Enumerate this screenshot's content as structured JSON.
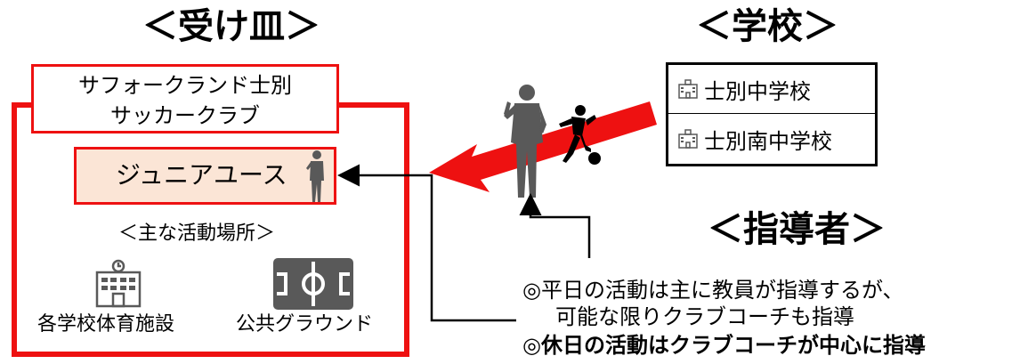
{
  "headings": {
    "receiver": "＜受け皿＞",
    "school": "＜学校＞",
    "leaders": "＜指導者＞"
  },
  "club": {
    "line1": "サフォークランド士別",
    "line2": "サッカークラブ"
  },
  "junior": {
    "label": "ジュニアユース"
  },
  "venues": {
    "title": "＜主な活動場所＞",
    "items": [
      {
        "label": "各学校体育施設",
        "icon": "school-building-icon"
      },
      {
        "label": "公共グラウンド",
        "icon": "soccer-field-icon"
      }
    ]
  },
  "schools": [
    {
      "name": "士別中学校",
      "icon": "school-icon"
    },
    {
      "name": "士別南中学校",
      "icon": "school-icon"
    }
  ],
  "notes": {
    "line1": "◎平日の活動は主に教員が指導するが、",
    "line1b": "可能な限りクラブコーチも指導",
    "line2": "◎休日の活動はクラブコーチが中心に指導"
  },
  "colors": {
    "accent_red": "#ee1111",
    "junior_fill": "#fbe5d6",
    "figure_gray": "#595959"
  }
}
